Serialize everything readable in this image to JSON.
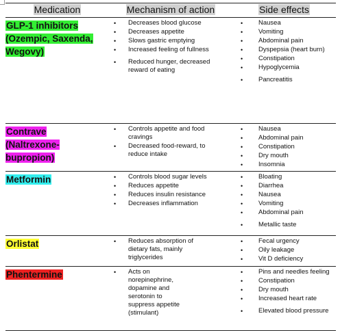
{
  "header": {
    "medication": "Medication",
    "mechanism": "Mechanism of action",
    "side_effects": "Side effects"
  },
  "colors": {
    "header_bg": "#d0d0d0",
    "glp1": "#33ee33",
    "contrave": "#ee22ee",
    "metformin": "#33eeee",
    "orlistat": "#ffff33",
    "phentermine": "#ee2222"
  },
  "rows": [
    {
      "name": "GLP-1 inhibitors (Ozempic, Saxenda, Wegovy)",
      "mechanism": [
        "Decreases blood glucose",
        "Decreases appetite",
        "Slows gastric emptying",
        "Increased feeling of fullness",
        "Reduced hunger, decreased reward of eating"
      ],
      "side_effects": [
        "Nausea",
        "Vomiting",
        "Abdominal pain",
        "Dyspepsia (heart burn)",
        "Constipation",
        "Hypoglycemia",
        "Pancreatitis"
      ]
    },
    {
      "name": "Contrave (Naltrexone-bupropion)",
      "mechanism": [
        "Controls appetite and food cravings",
        "Decreased food-reward, to reduce intake"
      ],
      "side_effects": [
        "Nausea",
        "Abdominal pain",
        "Constipation",
        "Dry mouth",
        "Insomnia"
      ]
    },
    {
      "name": "Metformin",
      "mechanism": [
        "Controls blood sugar levels",
        "Reduces appetite",
        "Reduces insulin resistance",
        "Decreases inflammation"
      ],
      "side_effects": [
        "Bloating",
        "Diarrhea",
        "Nausea",
        "Vomiting",
        "Abdominal pain",
        "Metallic taste"
      ]
    },
    {
      "name": "Orlistat",
      "mechanism": [
        "Reduces absorption of dietary fats, mainly triglycerides"
      ],
      "side_effects": [
        "Fecal urgency",
        "Oily leakage",
        "Vit D deficiency"
      ]
    },
    {
      "name": "Phentermine",
      "mechanism": [
        "Acts on norepinephrine, dopamine and serotonin to suppress appetite (stimulant)"
      ],
      "side_effects": [
        "Pins and needles feeling",
        "Constipation",
        "Dry mouth",
        "Increased heart rate",
        "Elevated blood pressure"
      ]
    }
  ]
}
